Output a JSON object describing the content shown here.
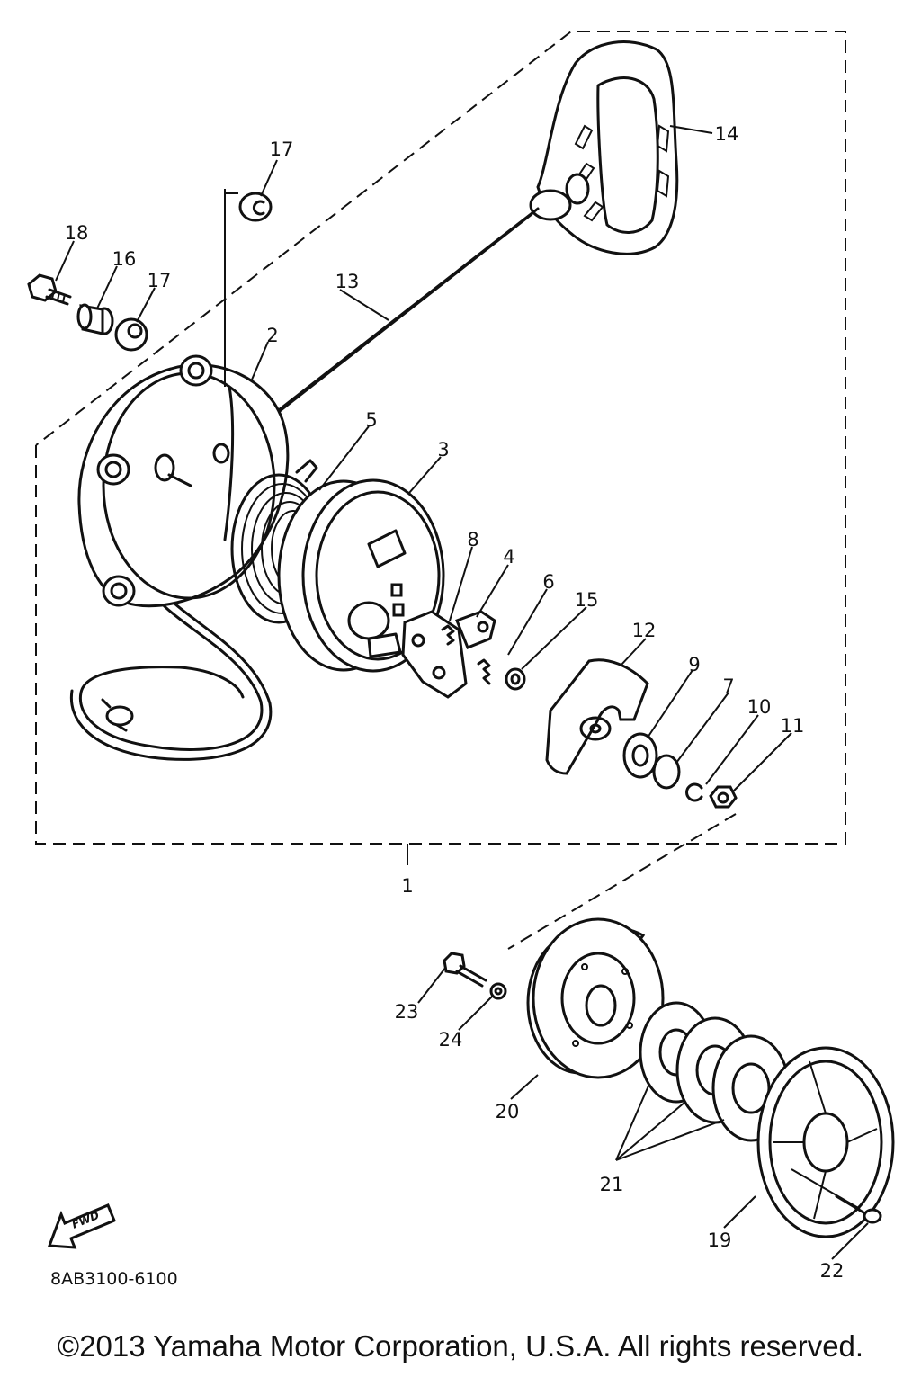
{
  "diagram": {
    "labels": [
      {
        "id": "1",
        "text": "1"
      },
      {
        "id": "2",
        "text": "2"
      },
      {
        "id": "3",
        "text": "3"
      },
      {
        "id": "4",
        "text": "4"
      },
      {
        "id": "5",
        "text": "5"
      },
      {
        "id": "6",
        "text": "6"
      },
      {
        "id": "7",
        "text": "7"
      },
      {
        "id": "8",
        "text": "8"
      },
      {
        "id": "9",
        "text": "9"
      },
      {
        "id": "10",
        "text": "10"
      },
      {
        "id": "11",
        "text": "11"
      },
      {
        "id": "12",
        "text": "12"
      },
      {
        "id": "13",
        "text": "13"
      },
      {
        "id": "14",
        "text": "14"
      },
      {
        "id": "15",
        "text": "15"
      },
      {
        "id": "16",
        "text": "16"
      },
      {
        "id": "17a",
        "text": "17"
      },
      {
        "id": "17b",
        "text": "17"
      },
      {
        "id": "18",
        "text": "18"
      },
      {
        "id": "19",
        "text": "19"
      },
      {
        "id": "20",
        "text": "20"
      },
      {
        "id": "21",
        "text": "21"
      },
      {
        "id": "22",
        "text": "22"
      },
      {
        "id": "23",
        "text": "23"
      },
      {
        "id": "24",
        "text": "24"
      }
    ],
    "fwd_label": "FWD",
    "part_code": "8AB3100-6100",
    "copyright": "©2013 Yamaha Motor Corporation, U.S.A. All rights reserved."
  }
}
